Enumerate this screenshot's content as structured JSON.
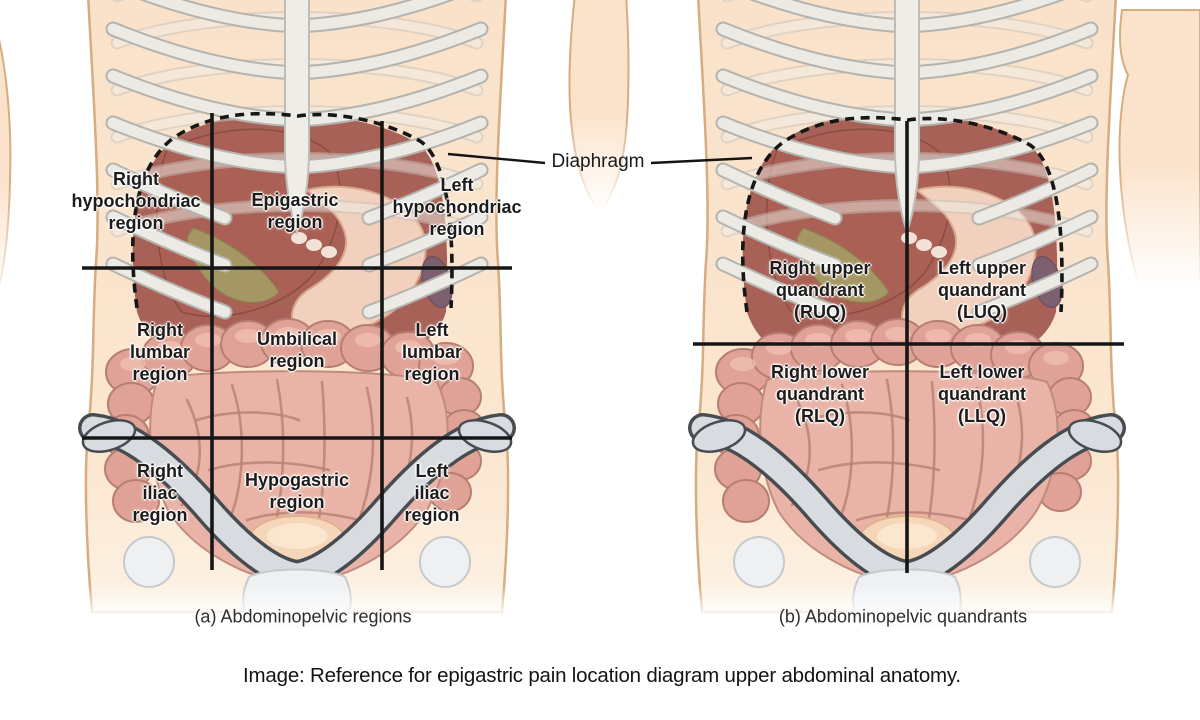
{
  "figure_a": {
    "caption": "(a) Abdominopelvic regions",
    "labels": {
      "right_hypochondriac": "Right\nhypochondriac\nregion",
      "epigastric": "Epigastric\nregion",
      "left_hypochondriac": "Left\nhypochondriac\nregion",
      "right_lumbar": "Right\nlumbar\nregion",
      "umbilical": "Umbilical\nregion",
      "left_lumbar": "Left\nlumbar\nregion",
      "right_iliac": "Right\niliac\nregion",
      "hypogastric": "Hypogastric\nregion",
      "left_iliac": "Left\niliac\nregion"
    }
  },
  "figure_b": {
    "caption": "(b) Abdominopelvic quandrants",
    "labels": {
      "right_upper": "Right upper\nquandrant\n(RUQ)",
      "left_upper": "Left upper\nquandrant\n(LUQ)",
      "right_lower": "Right lower\nquandrant\n(RLQ)",
      "left_lower": "Left lower\nquandrant\n(LLQ)"
    }
  },
  "annotations": {
    "diaphragm": "Diaphragm"
  },
  "footer": {
    "caption": "Image: Reference for epigastric pain location diagram upper abdominal anatomy."
  },
  "colors": {
    "skin": "#fbe3cb",
    "skin_outline": "#d6ac81",
    "cavity_red": "#a86156",
    "liver": "#ab6054",
    "stomach": "#f1d0bd",
    "olive_duodenum": "#a59763",
    "spleen": "#7d6070",
    "colon": "#e0a296",
    "small_intestine": "#e9b4a7",
    "pelvis_bone": "#d8dce1",
    "pelvis_outline": "#474c51",
    "rib_bone": "#eceae5",
    "pale_bone": "#eef0f2",
    "line": "#161616"
  }
}
